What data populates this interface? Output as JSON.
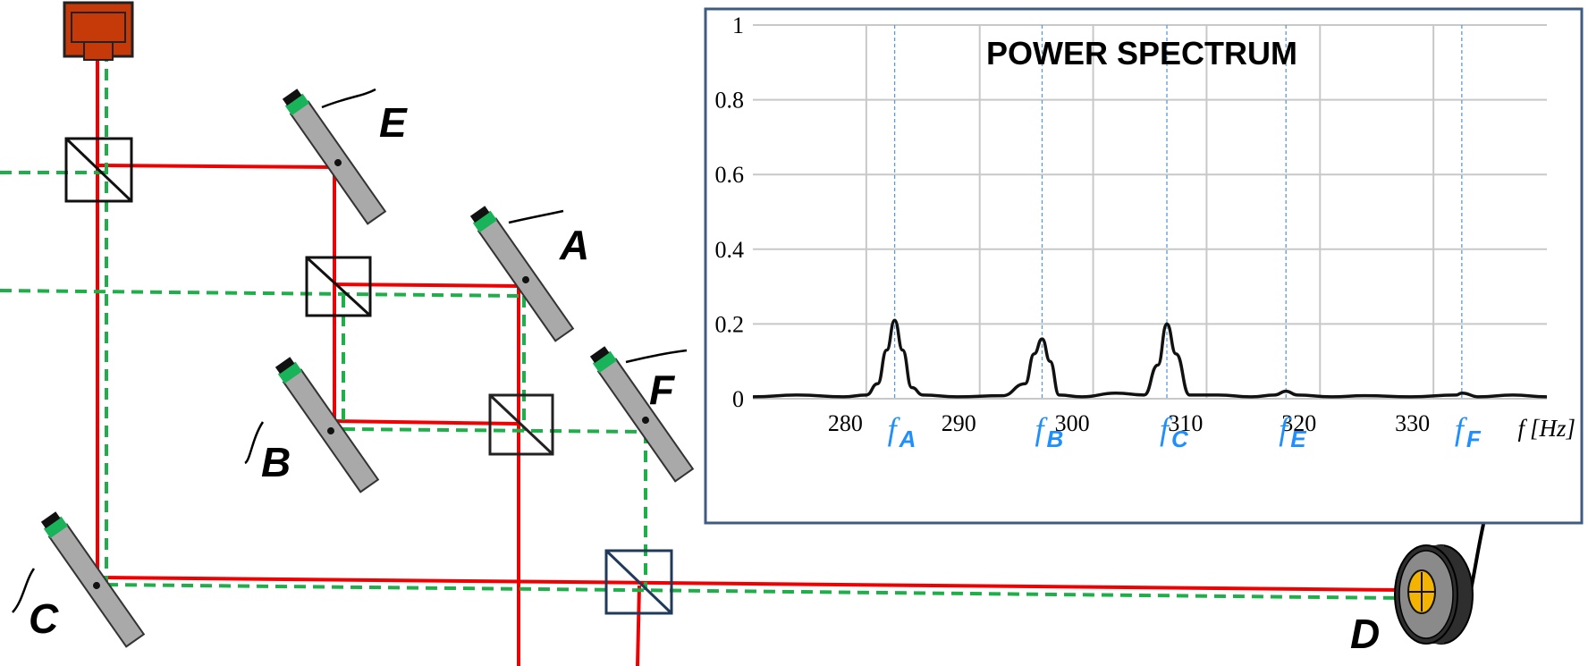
{
  "labels": {
    "E": "E",
    "A": "A",
    "F": "F",
    "B": "B",
    "C": "C",
    "D": "D"
  },
  "colors": {
    "red_beam": "#f00000",
    "green_beam": "#1fae4a",
    "source_fill": "#c63a0a",
    "mirror_fill": "#a9a9a9",
    "sensor_green": "#19b35a",
    "detector_body": "#2e2e2e",
    "detector_face": "#8a8a8a",
    "detector_center": "#f2b400",
    "connector_blue": "#5b9bd5",
    "panel_border": "#3e5c82",
    "freq_label_blue": "#1f8fff"
  },
  "icons": {
    "source": "laser-source-icon",
    "beam_splitter": "beam-splitter-icon",
    "mirror": "oscillating-mirror-icon",
    "detector": "photodetector-icon"
  },
  "chart_data": {
    "type": "line",
    "title": "POWER SPECTRUM",
    "xlabel": "f [Hz]",
    "xlabel_symbol": "f",
    "xlabel_unit": "[Hz]",
    "ylabel": "",
    "xlim": [
      270,
      340
    ],
    "ylim": [
      0,
      1
    ],
    "grid": true,
    "x_ticks": [
      280,
      290,
      300,
      310,
      320,
      330
    ],
    "x_tick_labels": [
      "280",
      "290",
      "300",
      "310",
      "320",
      "330"
    ],
    "y_ticks": [
      0,
      0.2,
      0.4,
      0.6,
      0.8,
      1
    ],
    "y_tick_labels": [
      "0",
      "0.2",
      "0.4",
      "0.6",
      "0.8",
      "1"
    ],
    "markers": [
      {
        "symbol": "f",
        "sub": "A",
        "x": 282.5
      },
      {
        "symbol": "f",
        "sub": "B",
        "x": 295.5
      },
      {
        "symbol": "f",
        "sub": "C",
        "x": 306.5
      },
      {
        "symbol": "f",
        "sub": "E",
        "x": 317
      },
      {
        "symbol": "f",
        "sub": "F",
        "x": 332.5
      }
    ],
    "series": [
      {
        "x": [
          270,
          274,
          278,
          280,
          281,
          281.8,
          282.5,
          283.2,
          284,
          285,
          288,
          292,
          294,
          294.8,
          295.5,
          296.2,
          297,
          299,
          302,
          304.5,
          305.7,
          306.5,
          307.3,
          308.5,
          311,
          314,
          316,
          317,
          318,
          321,
          324,
          328,
          332,
          332.5,
          334,
          337,
          340
        ],
        "y": [
          0.005,
          0.01,
          0.005,
          0.01,
          0.04,
          0.13,
          0.21,
          0.13,
          0.03,
          0.01,
          0.005,
          0.008,
          0.04,
          0.12,
          0.16,
          0.1,
          0.01,
          0.005,
          0.015,
          0.01,
          0.09,
          0.2,
          0.12,
          0.01,
          0.01,
          0.005,
          0.01,
          0.02,
          0.01,
          0.005,
          0.008,
          0.005,
          0.01,
          0.015,
          0.005,
          0.01,
          0.005
        ]
      }
    ]
  }
}
